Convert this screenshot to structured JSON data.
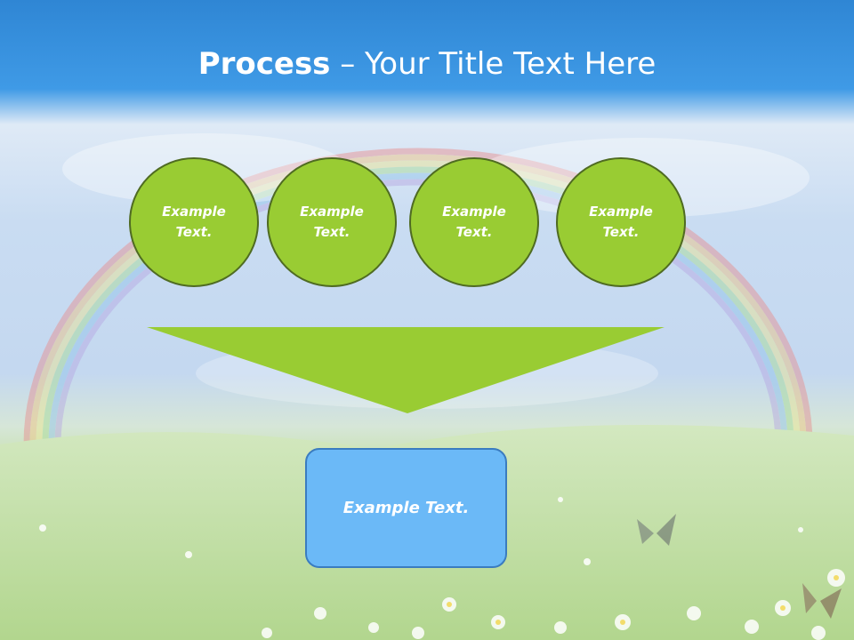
{
  "title": {
    "bold": "Process",
    "rest": " – Your Title Text Here"
  },
  "circles": [
    {
      "text": "Example Text."
    },
    {
      "text": "Example Text."
    },
    {
      "text": "Example Text."
    },
    {
      "text": "Example Text."
    }
  ],
  "result": {
    "text": "Example Text."
  },
  "colors": {
    "circle_fill": "#99cc33",
    "circle_border": "#4f6b22",
    "funnel": "#99cc33",
    "result_fill": "#6bb9f7",
    "result_border": "#3a7cc0",
    "title_bar": "#2f86d4"
  }
}
